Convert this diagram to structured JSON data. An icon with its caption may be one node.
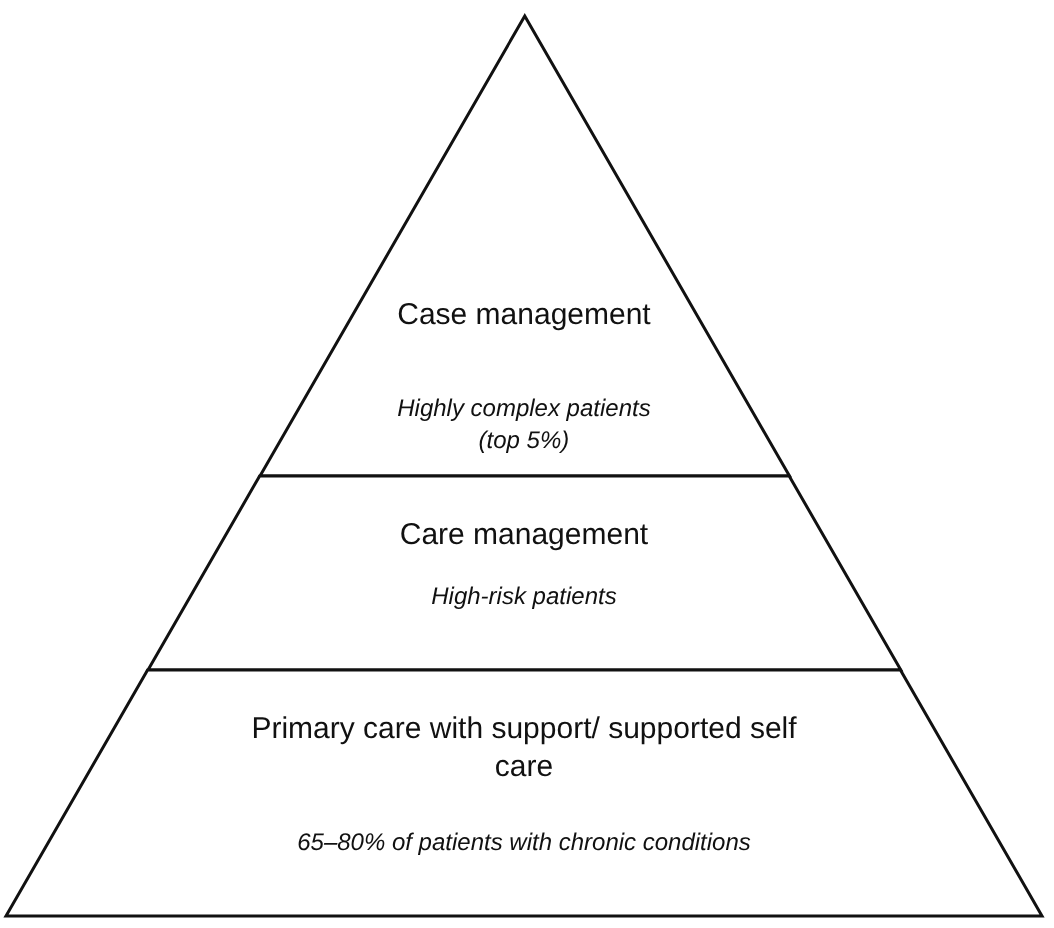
{
  "diagram": {
    "nodes": [
      {
        "text": [
          "Case management",
          "Highly complex patients (top 5%)"
        ]
      },
      {
        "text": [
          "Care management",
          "High-risk patients"
        ]
      },
      {
        "text": [
          "Primary care with support/ supported self care",
          "65–80% of patients with chronic conditions"
        ]
      }
    ]
  }
}
